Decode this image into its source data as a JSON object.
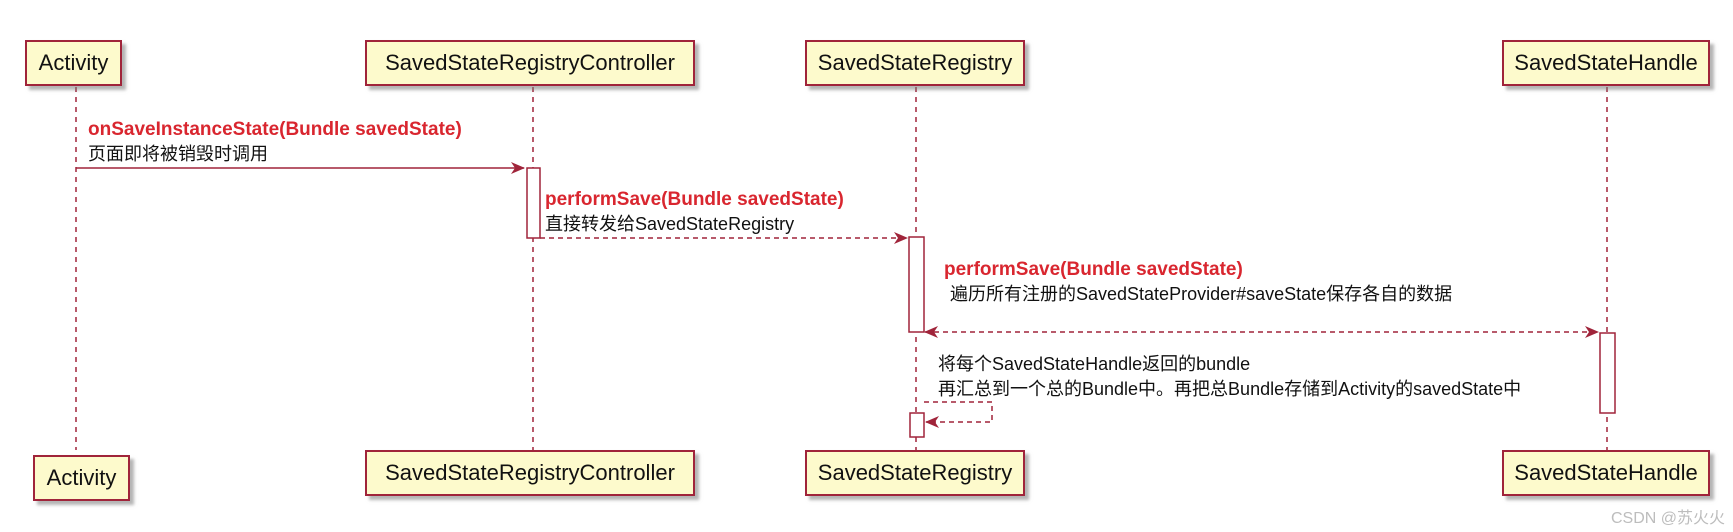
{
  "participants": [
    {
      "id": "activity",
      "label": "Activity"
    },
    {
      "id": "controller",
      "label": "SavedStateRegistryController"
    },
    {
      "id": "registry",
      "label": "SavedStateRegistry"
    },
    {
      "id": "handle",
      "label": "SavedStateHandle"
    }
  ],
  "messages": [
    {
      "method": "onSaveInstanceState(Bundle savedState)",
      "desc": "页面即将被销毁时调用"
    },
    {
      "method": "performSave(Bundle savedState)",
      "desc": "直接转发给SavedStateRegistry"
    },
    {
      "method": "performSave(Bundle savedState)",
      "desc": "遍历所有注册的SavedStateProvider#saveState保存各自的数据"
    },
    {
      "line1": "将每个SavedStateHandle返回的bundle",
      "line2": "再汇总到一个总的Bundle中。再把总Bundle存储到Activity的savedState中"
    }
  ],
  "watermark": "CSDN @苏火火",
  "colors": {
    "box_fill": "#fdfacc",
    "border": "#a0243a",
    "method_text": "#d9262f",
    "lifeline": "#a0243a"
  }
}
